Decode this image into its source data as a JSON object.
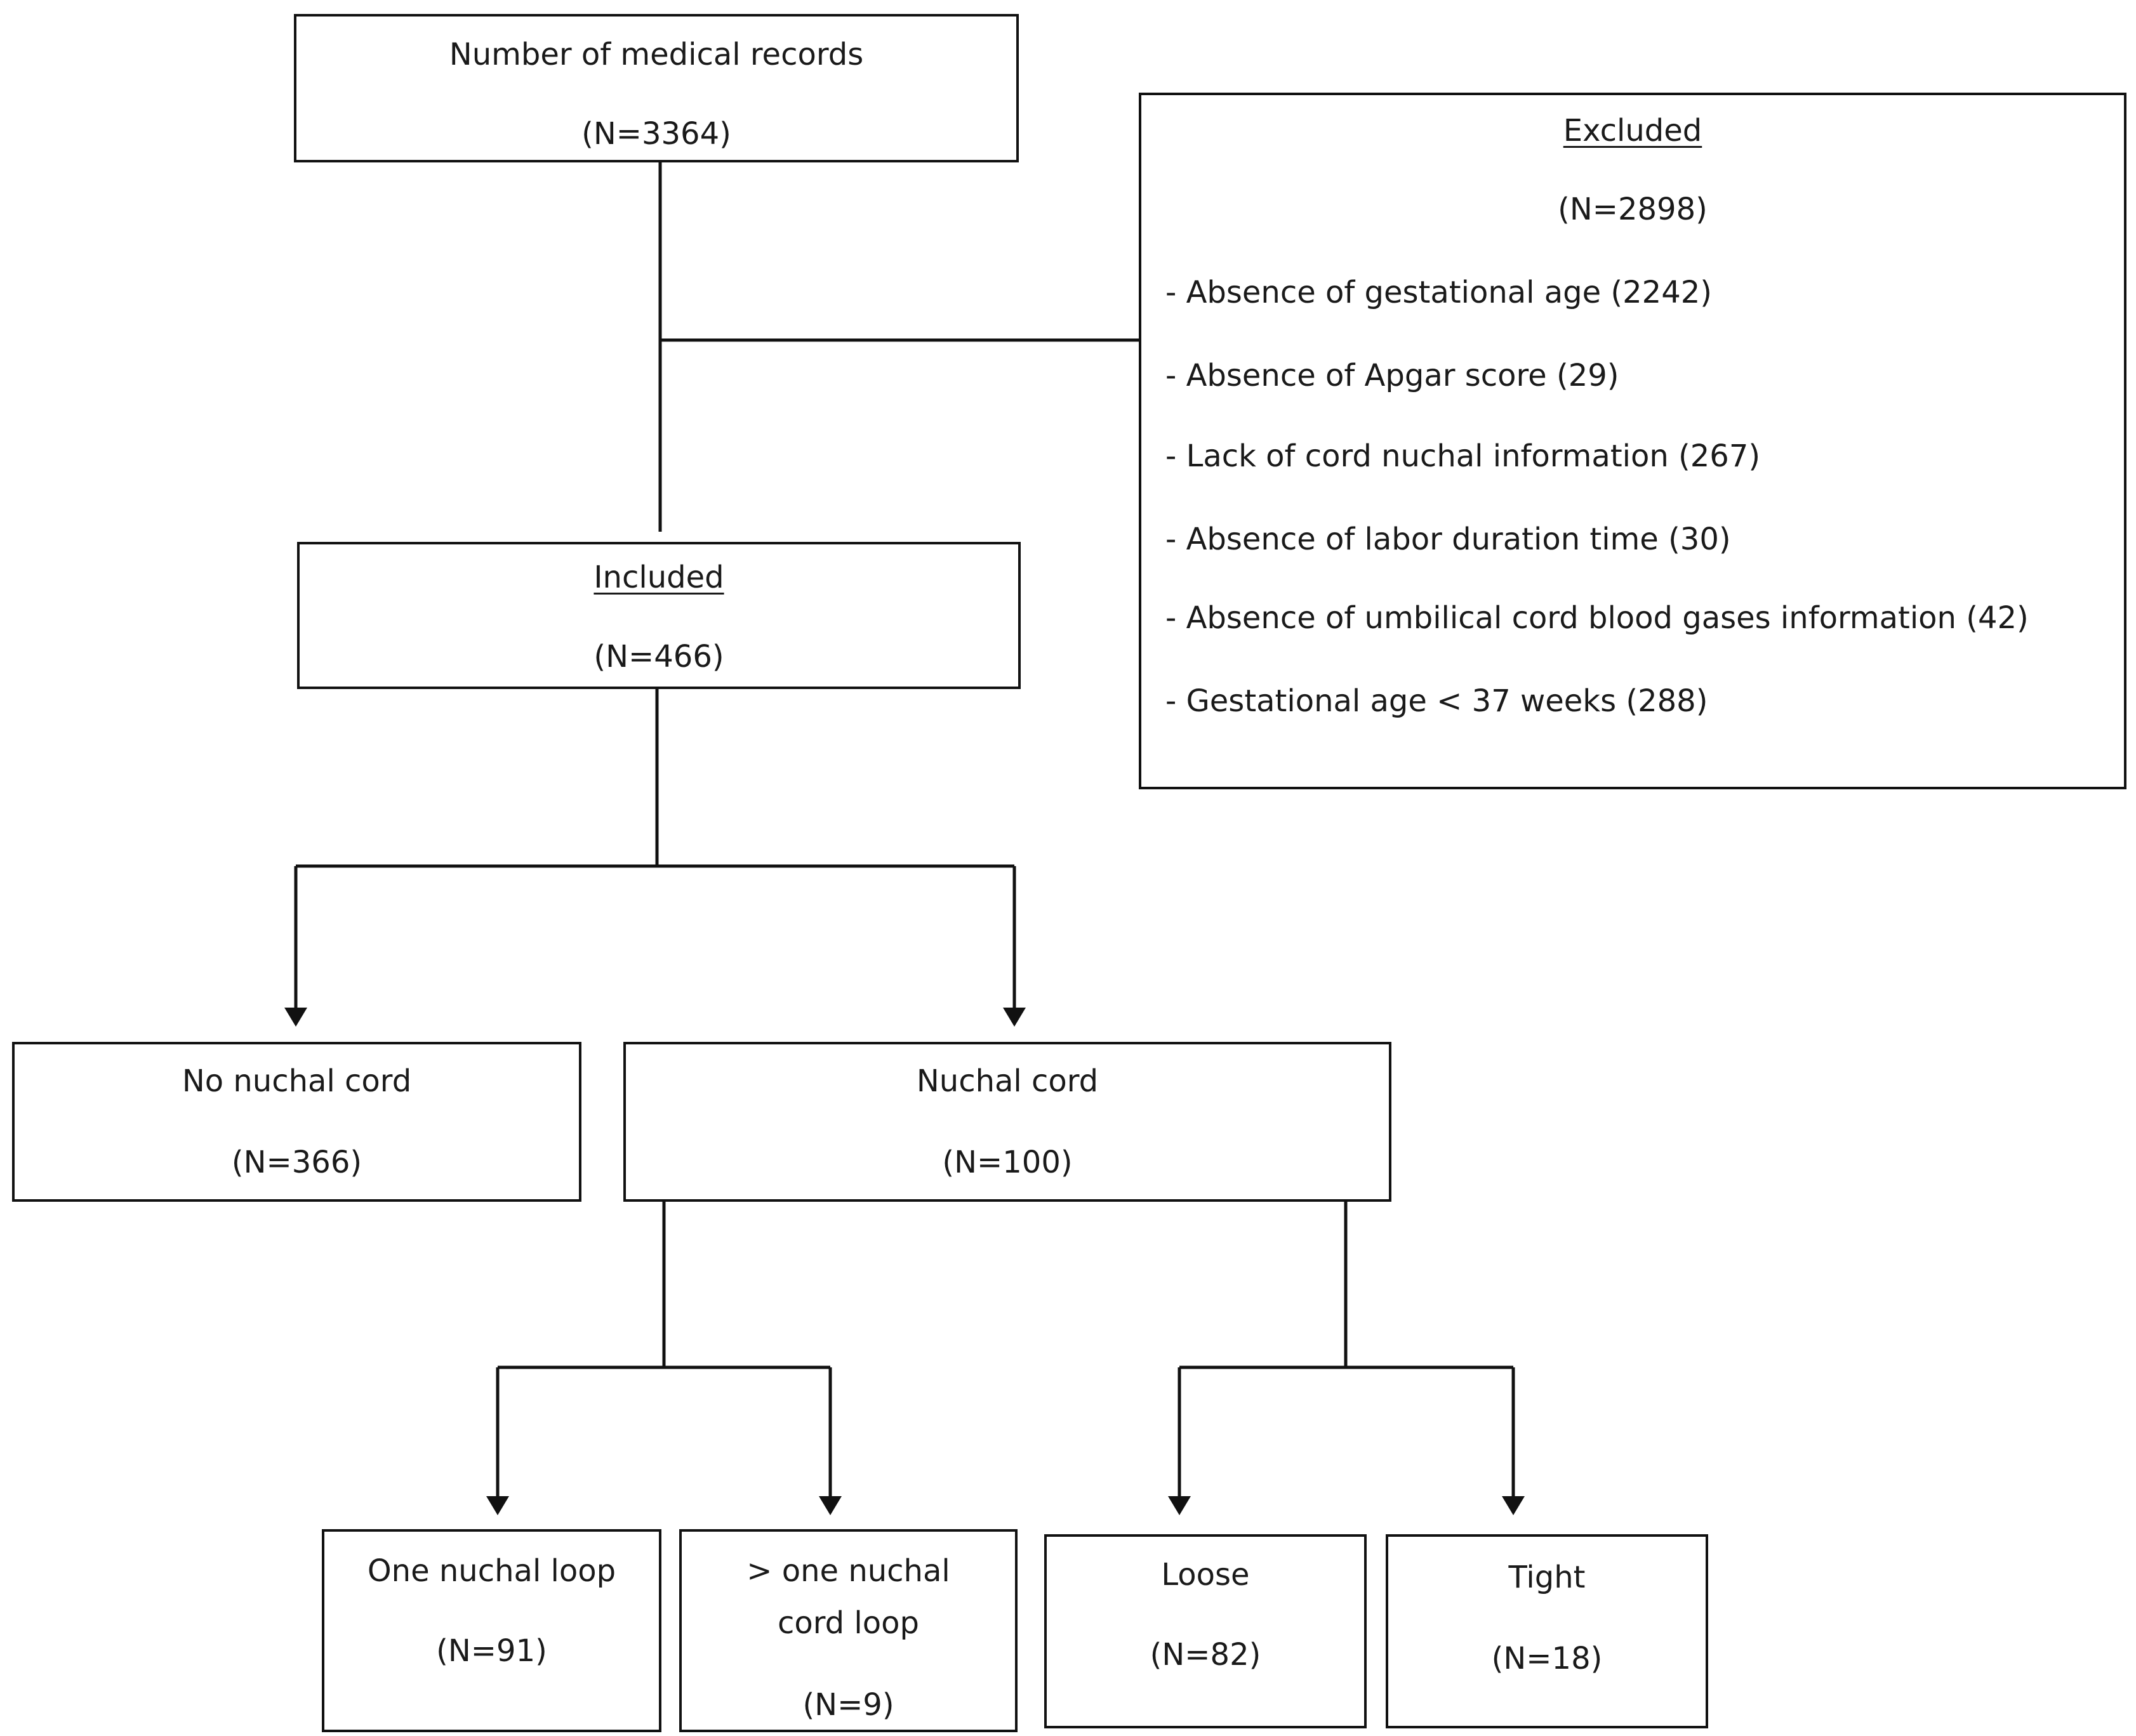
{
  "records": {
    "title": "Number of medical records",
    "count": "(N=3364)"
  },
  "excluded": {
    "title": "Excluded",
    "count": "(N=2898)",
    "items": [
      "- Absence of gestational age (2242)",
      "- Absence of Apgar score (29)",
      "- Lack of cord nuchal information (267)",
      "- Absence of labor duration time (30)",
      "- Absence of umbilical cord blood gases information (42)",
      "- Gestational age < 37 weeks (288)"
    ]
  },
  "included": {
    "title": "Included",
    "count": "(N=466)"
  },
  "no_nuchal": {
    "title": "No nuchal cord",
    "count": "(N=366)"
  },
  "nuchal": {
    "title": "Nuchal cord",
    "count": "(N=100)"
  },
  "one_loop": {
    "title": "One nuchal loop",
    "count": "(N=91)"
  },
  "multi_loop": {
    "title_line1": "> one nuchal",
    "title_line2": "cord loop",
    "count": "(N=9)"
  },
  "loose": {
    "title": "Loose",
    "count": "(N=82)"
  },
  "tight": {
    "title": "Tight",
    "count": "(N=18)"
  }
}
